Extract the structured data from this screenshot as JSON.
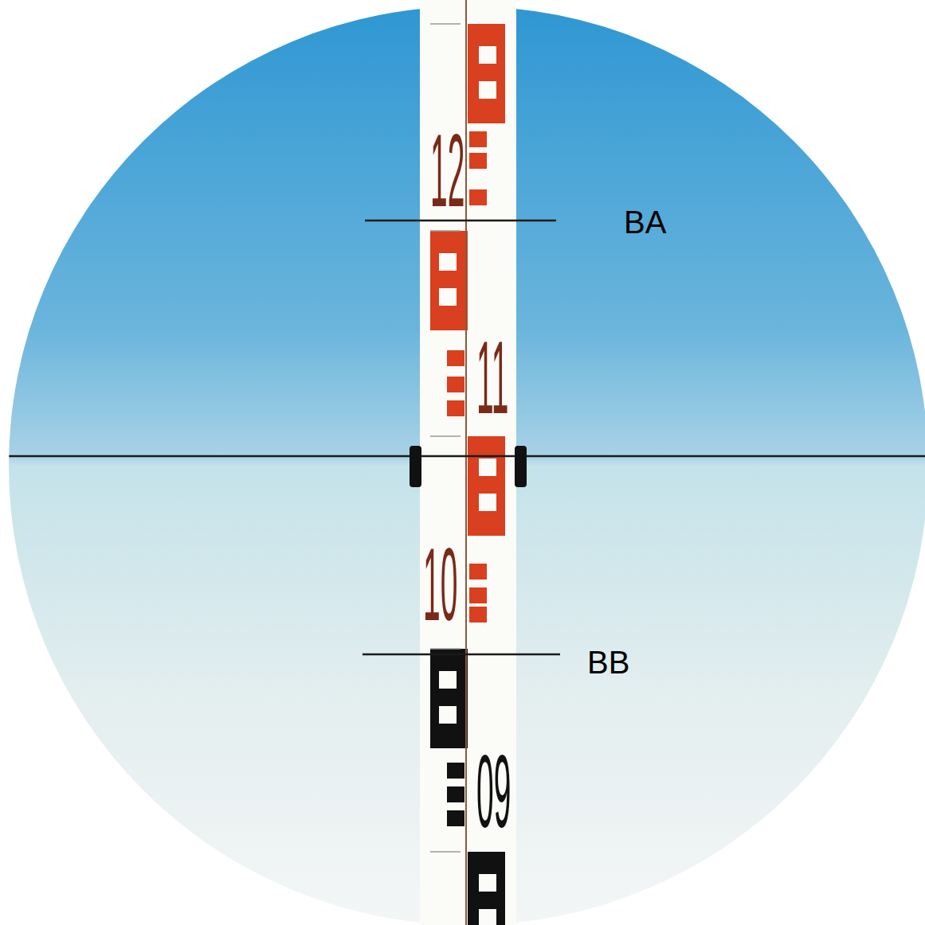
{
  "diagram": {
    "labels": [
      "12",
      "11",
      "10",
      "09",
      "BA",
      "BB"
    ]
  }
}
